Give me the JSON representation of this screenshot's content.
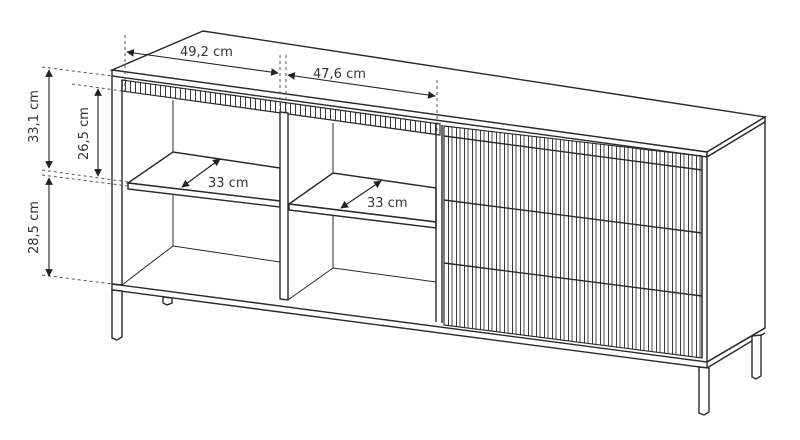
{
  "diagram": {
    "subject": "Sideboard with open shelves and fluted doors - dimension drawing",
    "colors": {
      "line": "#2a2a2a",
      "text": "#333333",
      "background": "#ffffff"
    },
    "dimensions": {
      "compartment_width_left": "49,2 cm",
      "compartment_width_middle": "47,6 cm",
      "height_upper_outer": "33,1 cm",
      "height_upper_inner": "26,5 cm",
      "height_lower": "28,5 cm",
      "shelf_depth_left": "33 cm",
      "shelf_depth_middle": "33 cm"
    }
  }
}
